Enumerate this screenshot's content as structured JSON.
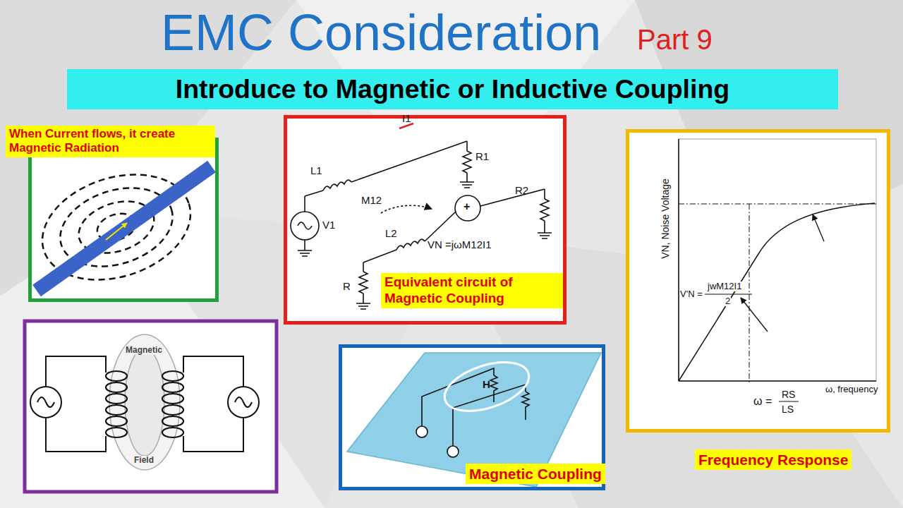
{
  "diagram": {
    "title": "EMC Consideration",
    "nodes": [
      {
        "text": [
          "Introduce to Magnetic or Inductive Coupling"
        ]
      },
      {
        "text": [
          "When Current flows, it create Magnetic Radiation"
        ]
      },
      {
        "text": [
          "Equivalent circuit of Magnetic Coupling"
        ]
      },
      {
        "text": [
          "Frequency Response"
        ]
      },
      {
        "text": [
          "Magnetic Coupling"
        ]
      }
    ],
    "labels": [
      "Part 9",
      "L1",
      "I1",
      "R1",
      "M12",
      "V1",
      "+",
      "L2",
      "VN =jωM12I1",
      "R2",
      "R",
      "VN, Noise Voltage",
      "V'N =",
      "jwM12I1",
      "2",
      "ω, frequency",
      "ω =",
      "RS",
      "LS",
      "Magnetic",
      "Field",
      "H"
    ]
  }
}
